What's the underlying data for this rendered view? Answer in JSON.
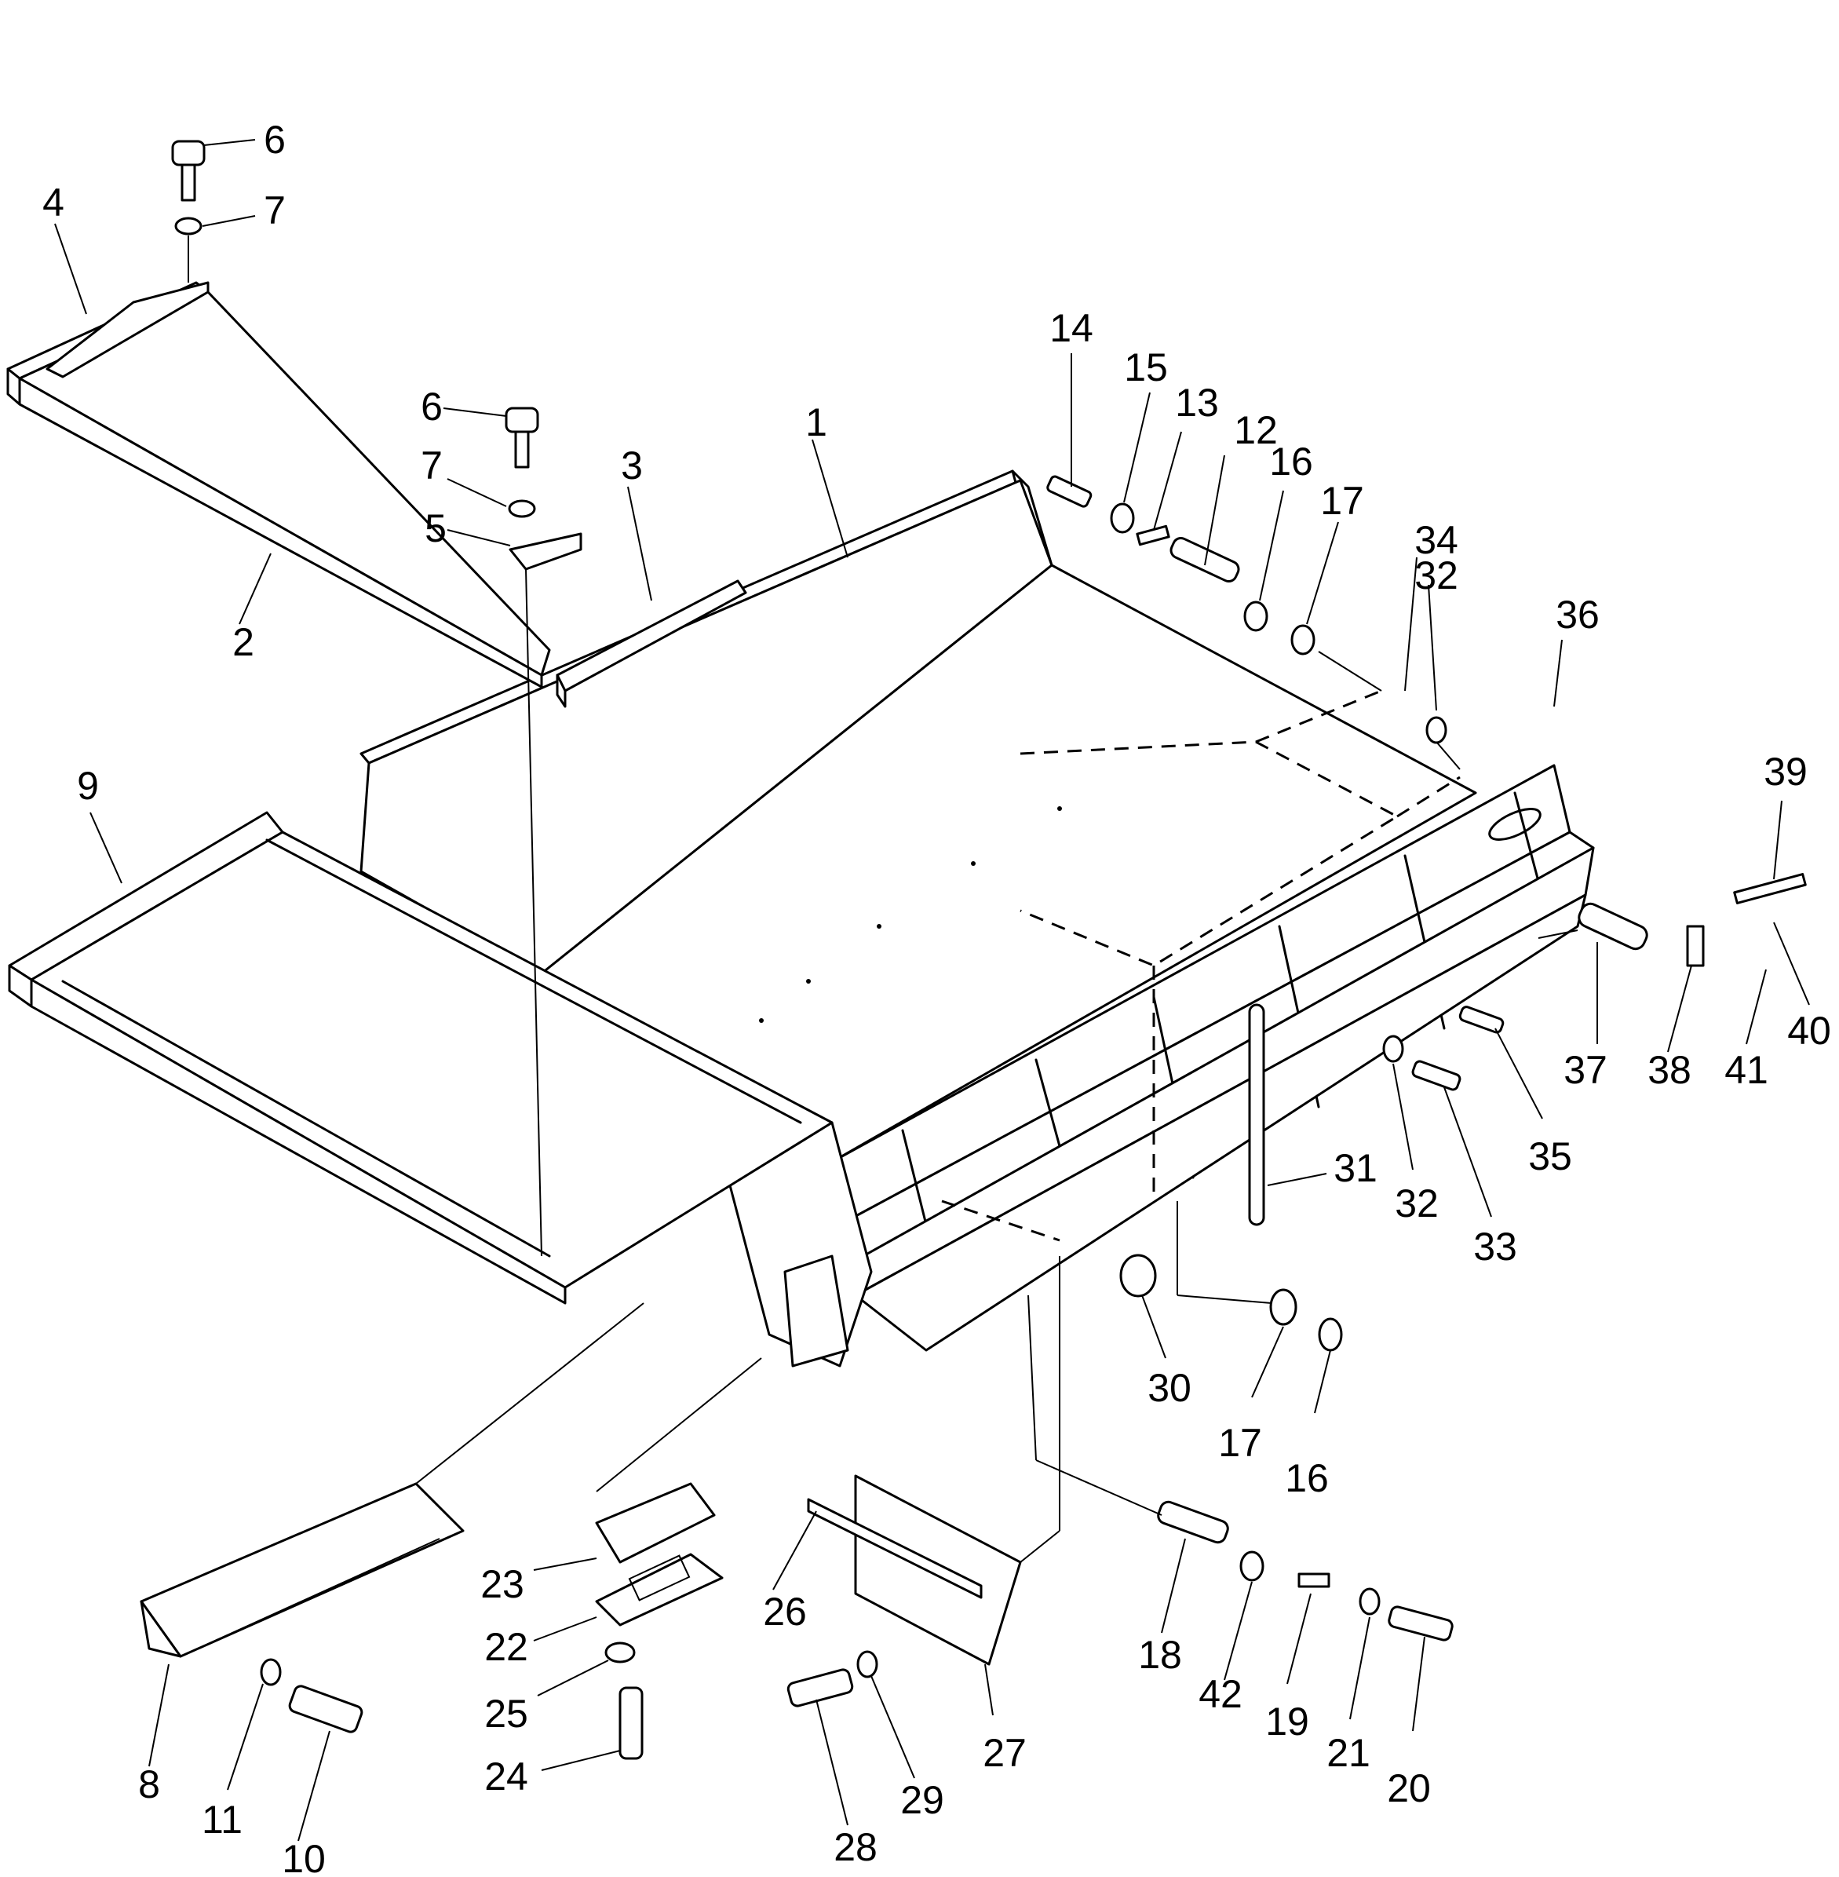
{
  "callouts": [
    {
      "label": "1"
    },
    {
      "label": "2"
    },
    {
      "label": "3"
    },
    {
      "label": "4"
    },
    {
      "label": "5"
    },
    {
      "label": "6"
    },
    {
      "label": "6"
    },
    {
      "label": "7"
    },
    {
      "label": "7"
    },
    {
      "label": "8"
    },
    {
      "label": "9"
    },
    {
      "label": "10"
    },
    {
      "label": "11"
    },
    {
      "label": "12"
    },
    {
      "label": "13"
    },
    {
      "label": "14"
    },
    {
      "label": "15"
    },
    {
      "label": "16"
    },
    {
      "label": "16"
    },
    {
      "label": "17"
    },
    {
      "label": "17"
    },
    {
      "label": "18"
    },
    {
      "label": "19"
    },
    {
      "label": "20"
    },
    {
      "label": "21"
    },
    {
      "label": "22"
    },
    {
      "label": "23"
    },
    {
      "label": "24"
    },
    {
      "label": "25"
    },
    {
      "label": "26"
    },
    {
      "label": "27"
    },
    {
      "label": "28"
    },
    {
      "label": "29"
    },
    {
      "label": "30"
    },
    {
      "label": "31"
    },
    {
      "label": "32"
    },
    {
      "label": "32"
    },
    {
      "label": "33"
    },
    {
      "label": "34"
    },
    {
      "label": "35"
    },
    {
      "label": "36"
    },
    {
      "label": "37"
    },
    {
      "label": "38"
    },
    {
      "label": "39"
    },
    {
      "label": "40"
    },
    {
      "label": "41"
    },
    {
      "label": "42"
    }
  ]
}
